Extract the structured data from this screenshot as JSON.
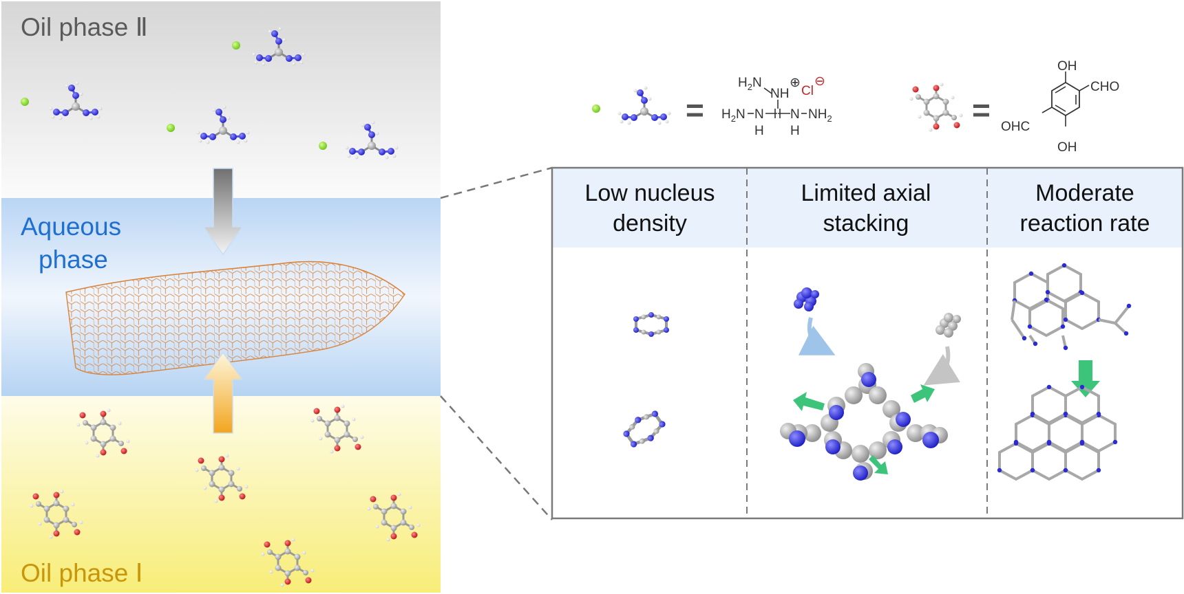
{
  "left_panel": {
    "oil_phase_top_label": "Oil phase Ⅱ",
    "aqueous_label_line1": "Aqueous",
    "aqueous_label_line2": "phase",
    "oil_phase_bottom_label": "Oil phase Ⅰ"
  },
  "legend": {
    "tag_equals": "=",
    "tag": {
      "h2n_top": "H",
      "h2n_top_sub": "2",
      "h2n_top_n": "N",
      "nh_top": "NH",
      "plus": "⊕",
      "cl": "Cl",
      "minus": "⊖",
      "left_h2n": "H",
      "left_h2n_sub": "2",
      "left_h2n_tail": "N",
      "nh_bottom_left": "N",
      "h_bottom_left": "H",
      "nh_bottom_right": "N",
      "h_bottom_right": "H",
      "right_nh2": "NH",
      "right_nh2_sub": "2"
    },
    "dfp_equals": "=",
    "dfp": {
      "oh_top": "OH",
      "cho_right": "CHO",
      "ohc_left": "OHC",
      "oh_bottom": "OH"
    }
  },
  "panels": [
    {
      "title_line1": "Low nucleus",
      "title_line2": "density"
    },
    {
      "title_line1": "Limited axial",
      "title_line2": "stacking"
    },
    {
      "title_line1": "Moderate",
      "title_line2": "reaction rate"
    }
  ],
  "colors": {
    "oil_top_gray": "#dcdcdc",
    "aqueous_blue": "#bcd8f5",
    "oil_bottom_yellow": "#faf08a",
    "aqueous_text": "#1f6fd1",
    "oil_top_text": "#5a5a5a",
    "oil_bottom_text": "#c8960a",
    "sheet_orange": "#d9833a",
    "nitrogen_blue": "#2a2ad6",
    "carbon_gray": "#a8a8a8",
    "oxygen_red": "#d12020",
    "chloride_green": "#8bd42a",
    "growth_arrow_green": "#3cc47a",
    "header_bg": "#e8f1fc",
    "cl_red": "#c0282a"
  },
  "icons": [
    "tag-molecule-icon",
    "chloride-ion-icon",
    "dfp-molecule-icon",
    "cof-sheet-icon",
    "monomer-cluster-icon"
  ]
}
